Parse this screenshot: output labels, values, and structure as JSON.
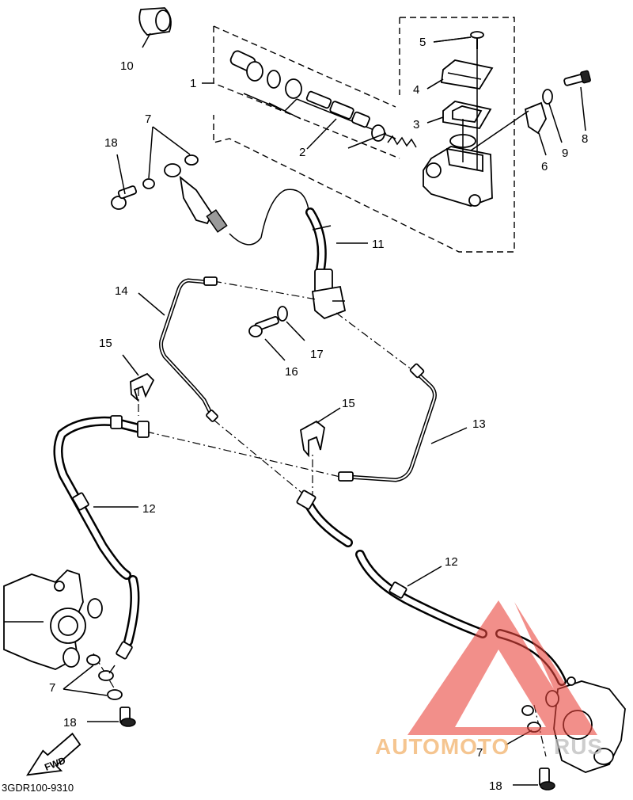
{
  "diagram": {
    "code": "3GDR100-9310",
    "fwd_label": "FWD",
    "callouts": {
      "c1": "1",
      "c2": "2",
      "c3": "3",
      "c4": "4",
      "c5": "5",
      "c6": "6",
      "c7a": "7",
      "c7b": "7",
      "c7c": "7",
      "c8": "8",
      "c9": "9",
      "c10": "10",
      "c11": "11",
      "c12a": "12",
      "c12b": "12",
      "c13": "13",
      "c14": "14",
      "c15a": "15",
      "c15b": "15",
      "c16": "16",
      "c17": "17",
      "c18a": "18",
      "c18b": "18",
      "c18c": "18"
    }
  },
  "watermark": {
    "text_a": "AUTOMOTO",
    "text_b": "RUS",
    "color_triangle": "#e8453c",
    "color_text_a": "#f2b26b",
    "color_text_b": "#bdbdbd"
  }
}
